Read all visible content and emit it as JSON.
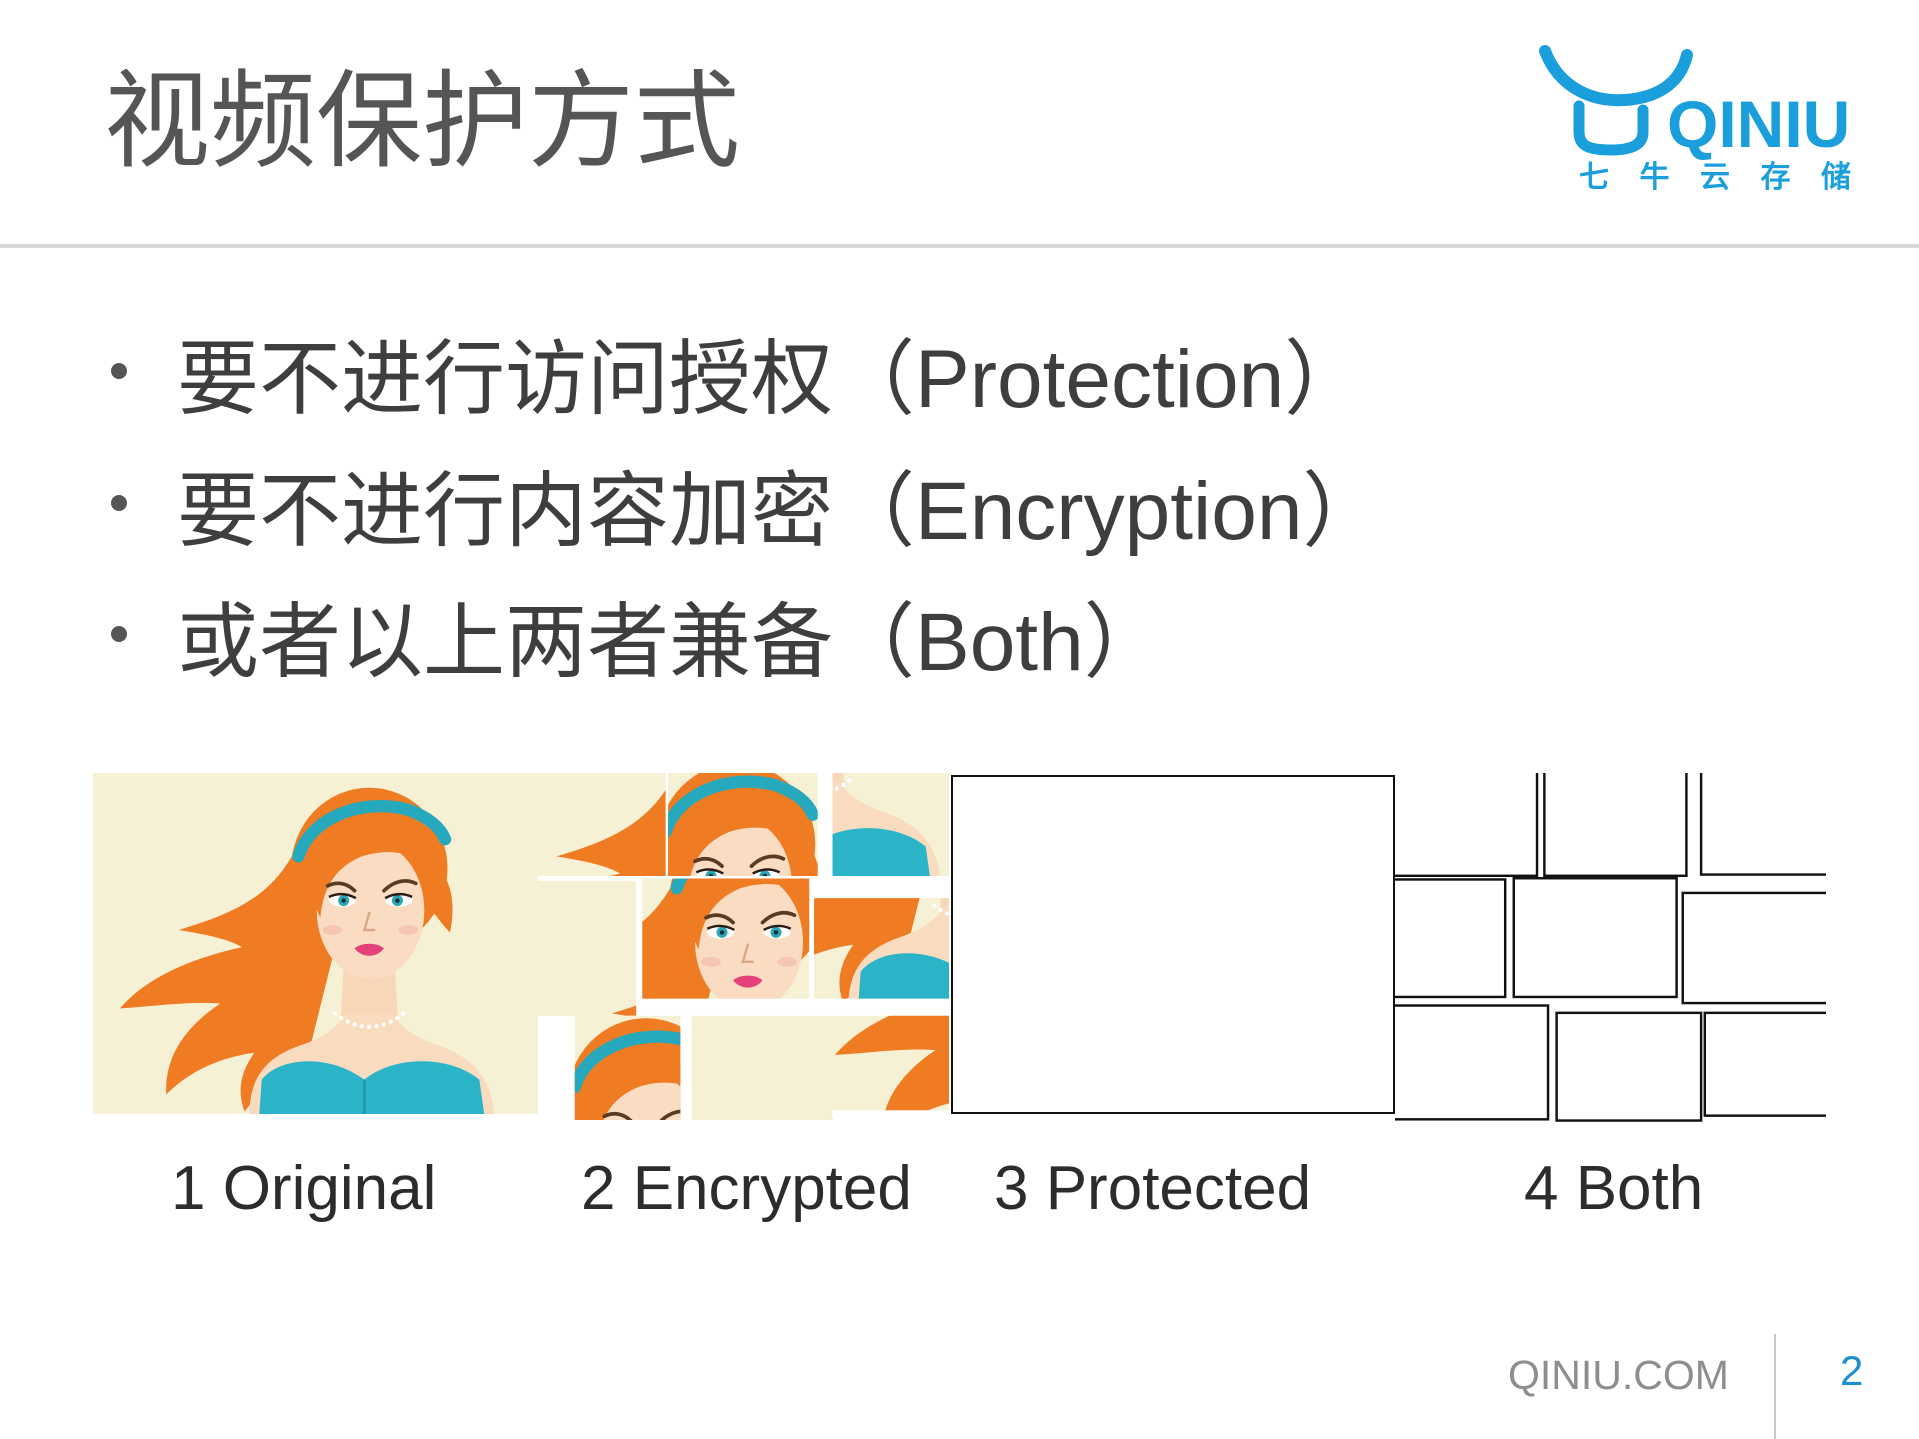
{
  "header": {
    "title": "视频保护方式",
    "logo": {
      "icon": "qiniu-bull-horns-icon",
      "wordmark": "QINIU",
      "tagline": "七 牛 云 存 储",
      "color": "#1b9fdc"
    }
  },
  "bullets": [
    {
      "text": "要不进行访问授权（Protection）"
    },
    {
      "text": "要不进行内容加密（Encryption）"
    },
    {
      "text": "或者以上两者兼备（Both）"
    }
  ],
  "figure": {
    "panels": [
      {
        "label": "1 Original"
      },
      {
        "label": "2 Encrypted"
      },
      {
        "label": "3 Protected"
      },
      {
        "label": "4 Both"
      }
    ]
  },
  "footer": {
    "site": "QINIU.COM",
    "page_number": "2"
  },
  "colors": {
    "title": "#555555",
    "body_text": "#3e3e3e",
    "accent_blue": "#1b9fdc",
    "hair_orange": "#ef7b22",
    "teal": "#2bb4c8",
    "background_cream": "#f6f0d5"
  }
}
